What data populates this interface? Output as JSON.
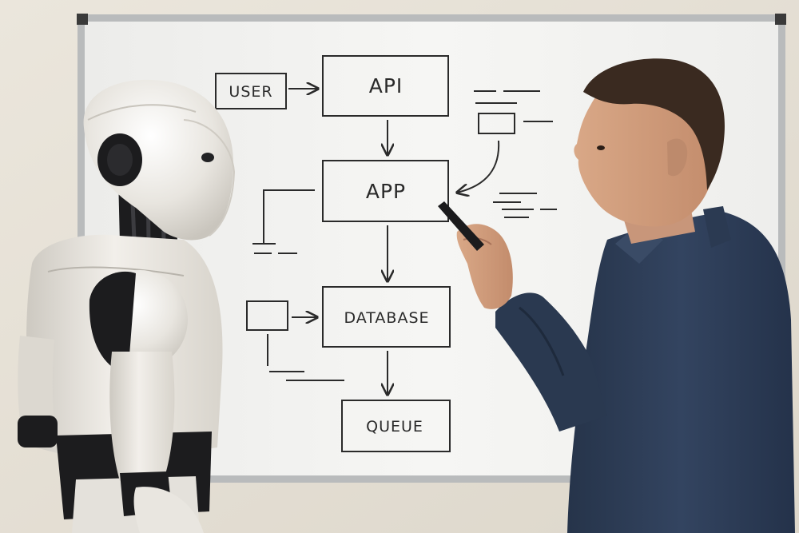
{
  "whiteboard": {
    "boxes": {
      "user": "USER",
      "api": "API",
      "app": "APP",
      "database": "DATABASE",
      "queue": "QUEUE"
    }
  },
  "colors": {
    "wall": "#e7e2d8",
    "board": "#f3f3f1",
    "board_frame": "#b9bbbc",
    "ink": "#2a2a2a",
    "shirt": "#2e3d52",
    "robot_shell": "#ece9e3",
    "robot_joint": "#1c1c1e"
  }
}
